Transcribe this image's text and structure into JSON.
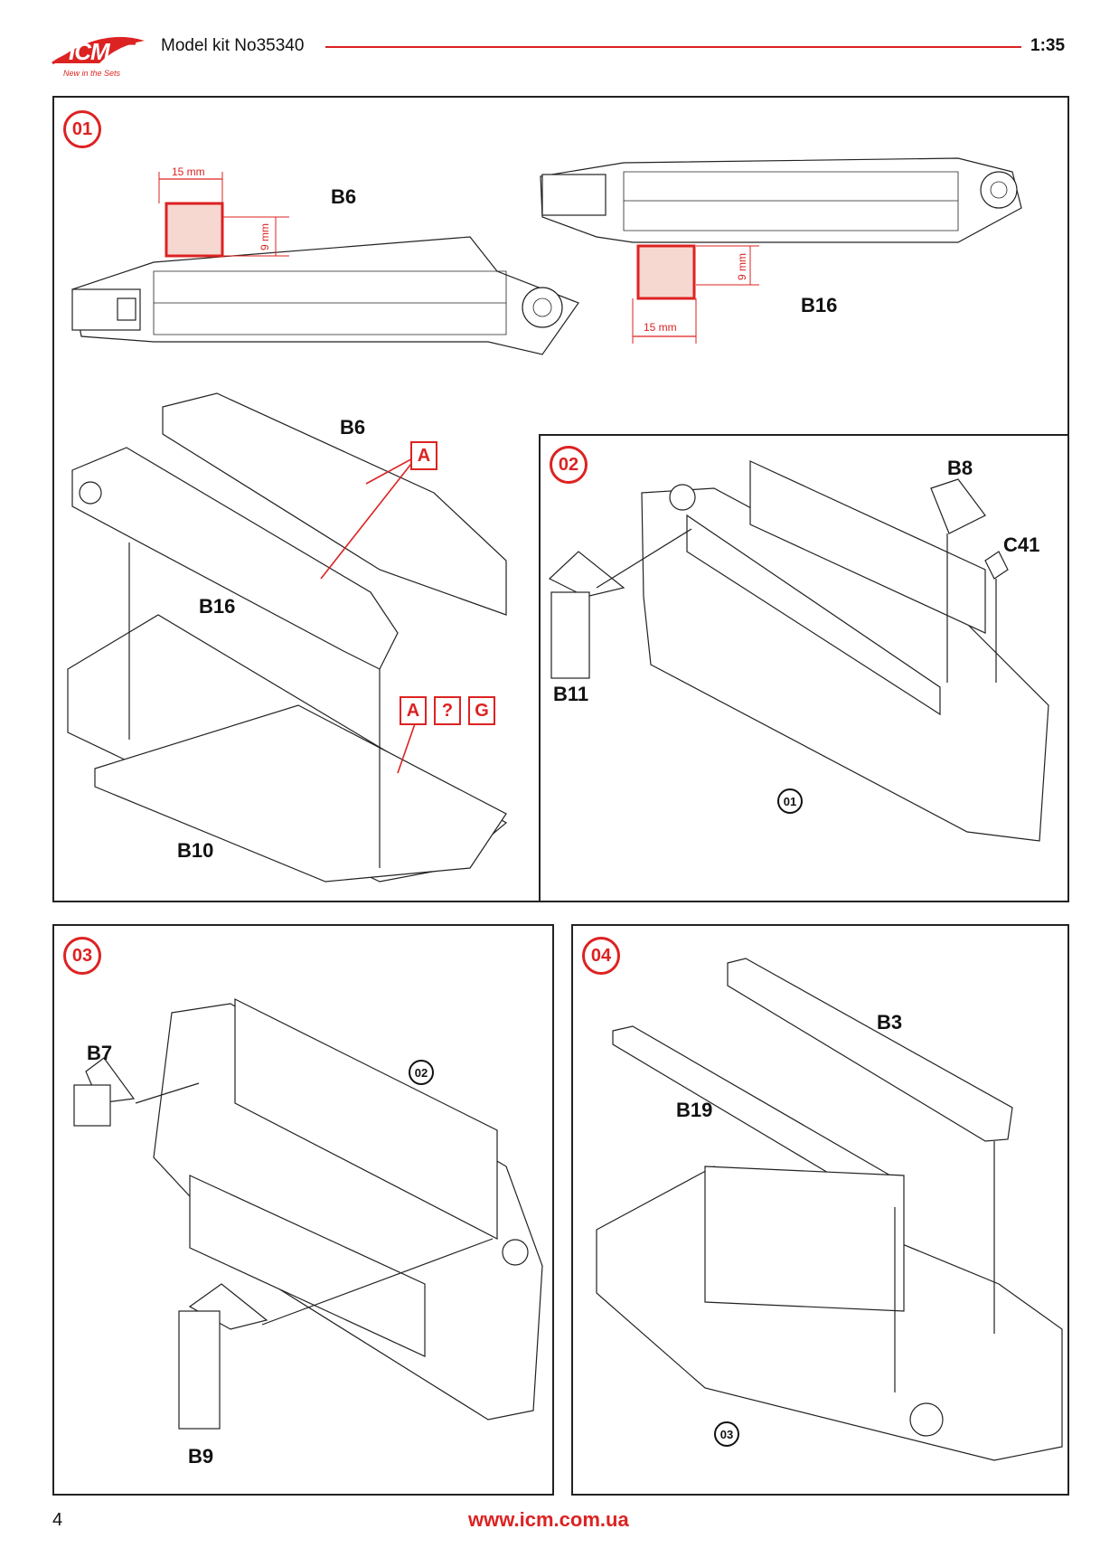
{
  "header": {
    "brand": "ICM",
    "tagline": "New in the Sets",
    "title": "Model kit No35340",
    "scale": "1:35"
  },
  "footer": {
    "page_number": "4",
    "url": "www.icm.com.ua"
  },
  "steps": [
    {
      "number": "01",
      "parts": [
        "B6",
        "B16",
        "B6",
        "B16",
        "B10"
      ],
      "dimensions": [
        "15 mm",
        "9 mm",
        "9 mm",
        "15 mm"
      ],
      "paint_codes": [
        "A",
        "A",
        "?",
        "G"
      ]
    },
    {
      "number": "02",
      "parts": [
        "B8",
        "C41",
        "B11"
      ],
      "ref_step": "01"
    },
    {
      "number": "03",
      "parts": [
        "B7",
        "B9"
      ],
      "ref_step": "02"
    },
    {
      "number": "04",
      "parts": [
        "B3",
        "B19"
      ],
      "ref_step": "03"
    }
  ],
  "colors": {
    "accent": "#d22222",
    "line": "#222222"
  }
}
